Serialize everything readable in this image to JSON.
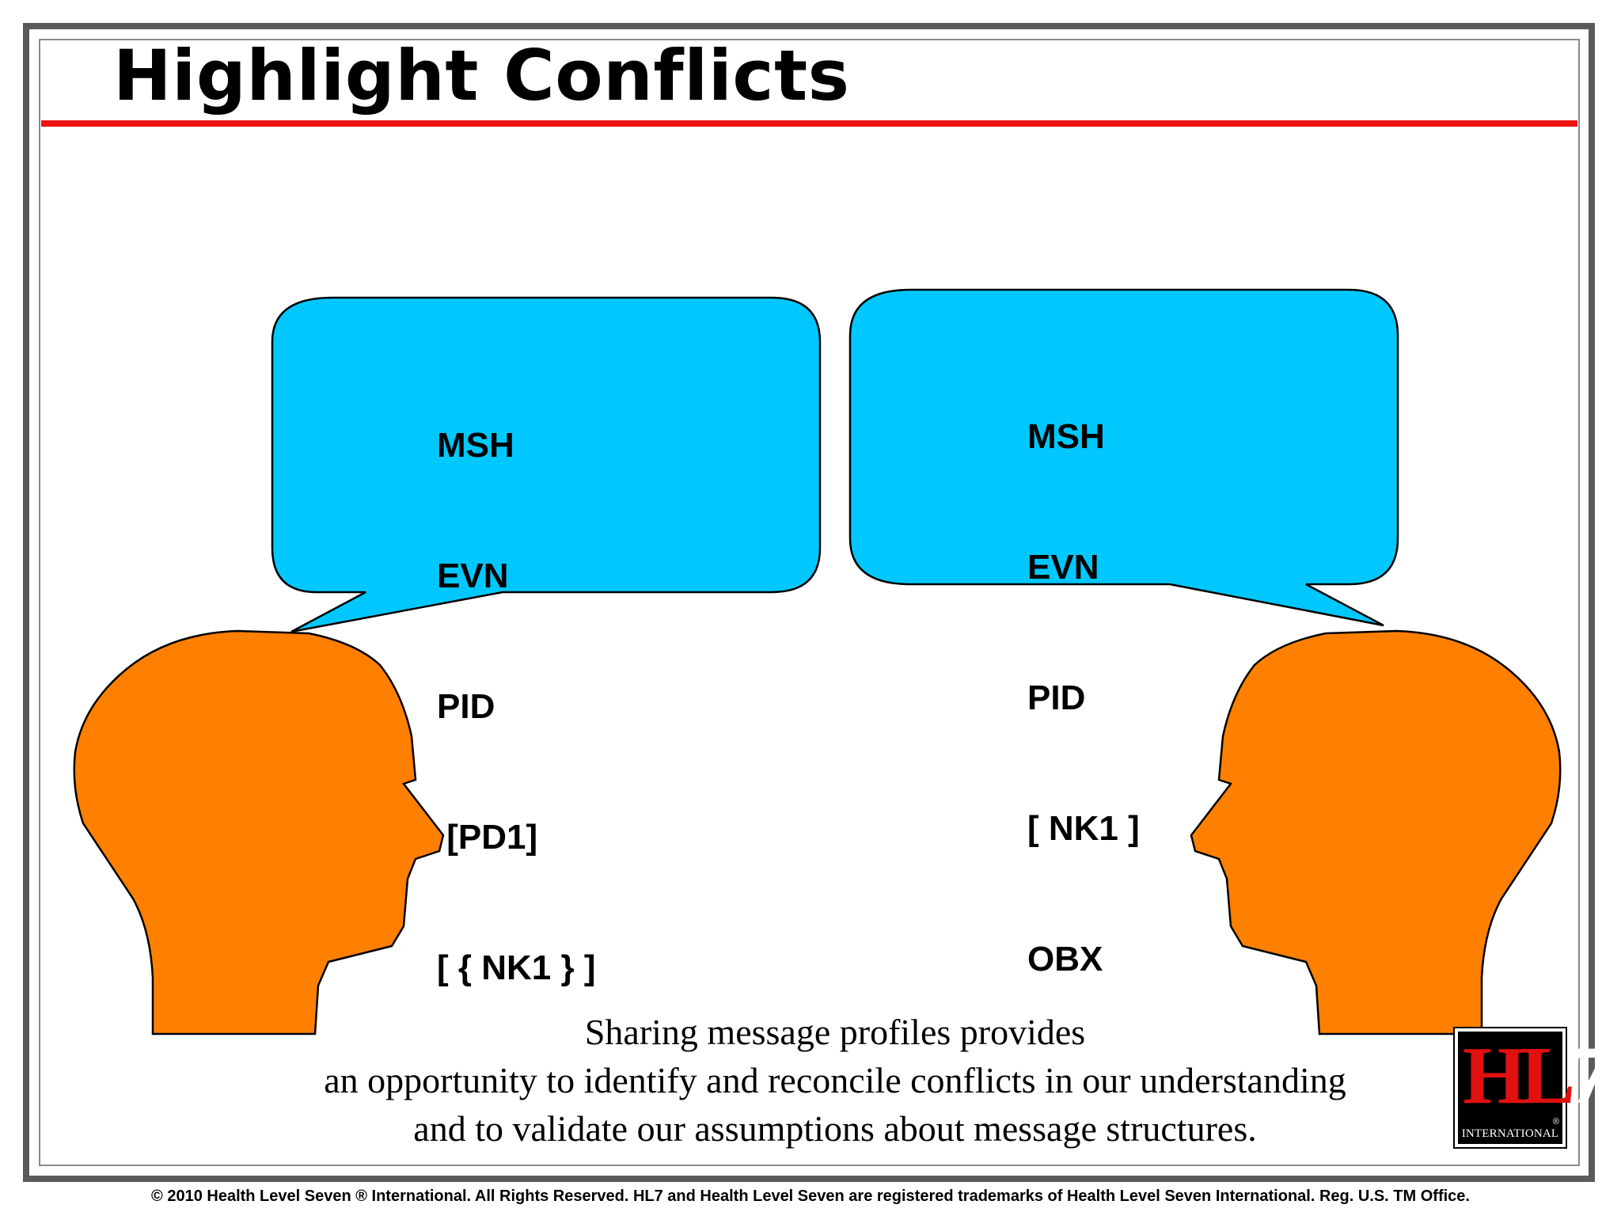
{
  "slide": {
    "title": "Highlight Conflicts"
  },
  "colors": {
    "title_rule": "#ee1111",
    "bubble_fill": "#00c8ff",
    "head_fill": "#ff8000",
    "frame": "#5a5a5a"
  },
  "left_bubble": {
    "lines": [
      "MSH",
      "EVN",
      "PID",
      " [PD1]",
      "[ { NK1 } ]"
    ]
  },
  "right_bubble": {
    "lines": [
      "MSH",
      "EVN",
      "PID",
      "[ NK1 ]",
      "OBX"
    ]
  },
  "icons": {
    "left_head": "person-head-facing-right",
    "right_head": "person-head-facing-left"
  },
  "caption": {
    "lines": [
      "Sharing message profiles provides",
      "an opportunity to identify and reconcile conflicts in our understanding",
      "and to validate our assumptions about message structures."
    ]
  },
  "logo": {
    "mark": "HL",
    "mark_seven": "7",
    "registered": "®",
    "subtitle": "INTERNATIONAL"
  },
  "footer": {
    "copyright": "© 2010 Health Level Seven ® International. All Rights Reserved. HL7 and Health Level Seven are registered trademarks of Health Level Seven International. Reg. U.S. TM Office."
  }
}
